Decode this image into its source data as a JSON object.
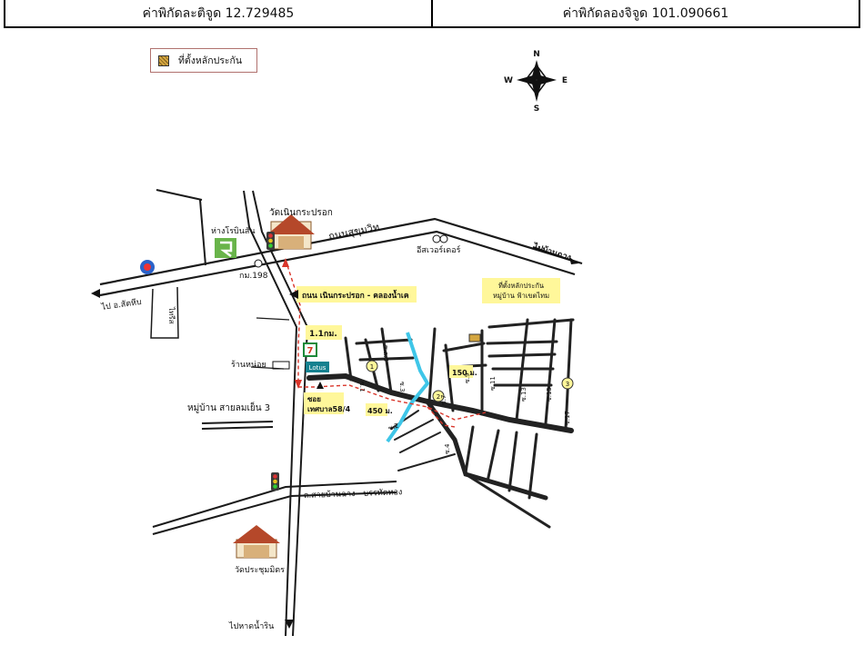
{
  "coords": {
    "lat": "ค่าพิกัดละติจูด 12.729485",
    "lon": "ค่าพิกัดลองจิจูด 101.090661"
  },
  "legend": {
    "label": "ที่ตั้งหลักประกัน",
    "swatch_color": "#d4a640"
  },
  "compass": {
    "n": "N",
    "s": "S",
    "e": "E",
    "w": "W"
  },
  "map": {
    "temple_top": "วัดเนินกระปรอก",
    "lotus_express": "ห่างโรบินสัน",
    "sukhumvit_road": "ถนนสุขุมวิท",
    "to_ban_chang": "ไปบ้านฉาง",
    "km_marker": "กม.198",
    "ever_tire": "อีสเวอร์เดอร์",
    "to_sattahip": "ไป อ.สัตหีบ",
    "hotel": "ไทรีส",
    "noen_road": "ถนน เนินกระปรอก - คลองน้ำเค",
    "collateral_box_1": "ที่ตั้งหลักประกัน",
    "collateral_box_2": "หมู่บ้าน ฟ้าเขตไทม",
    "dist_11": "1.1กม.",
    "shop": "ร้านหน่อย",
    "lotus": "Lotus",
    "village_3": "หมู่บ้าน สายลมเย็น 3",
    "soi_1": "ซอย",
    "soi_2": "เทศบาล58/4",
    "dist_150": "150 ม.",
    "dist_450": "450 ม.",
    "marker_1": "1",
    "marker_2": "2",
    "marker_3": "3",
    "road_label_bottom": "ถ.สายบ้านฉาง - บรรทัดทอง",
    "temple_bottom": "วัดประชุมมิตร",
    "to_beach": "ไปหาดน้ำริน",
    "soi_s5": "ซ.ล.5",
    "soi_s3": "ซ.3",
    "soi_s1": "ซ.1",
    "soi_s2": "ซ.2",
    "soi_s7": "ซ.7",
    "soi_s9": "ซ.9",
    "soi_s11": "ซ.11",
    "soi_s13": "ซ.13",
    "soi_s15": "ซ.15",
    "soi_s17": "ซ.17",
    "soi_s4": "ซ.4"
  },
  "colors": {
    "road": "#1a1a1a",
    "canal": "#3fc6e8",
    "route": "#d9362b",
    "label_bg": "#fff79a"
  }
}
